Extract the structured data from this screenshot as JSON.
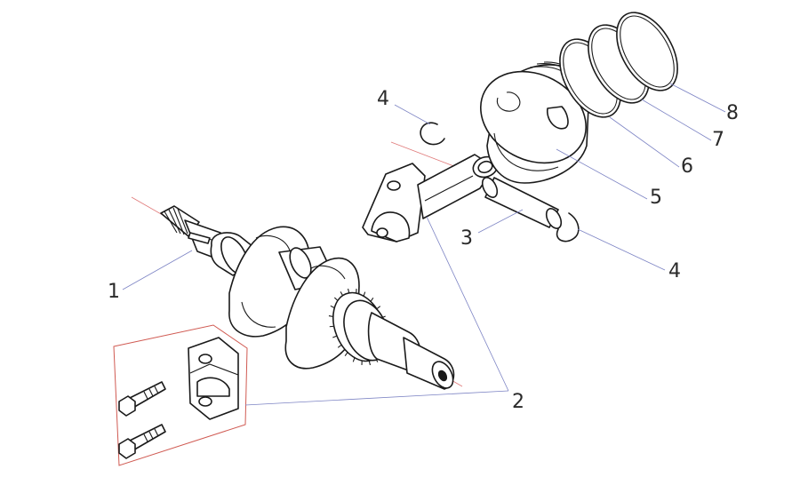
{
  "colors": {
    "background": "#ffffff",
    "outline": "#1a1a1a",
    "leader": "#7d84c4",
    "center_line": "#e07a7a",
    "kit_frame": "#d05a52",
    "label": "#2a2a2a"
  },
  "parts": [
    {
      "id": "crankshaft",
      "callout": "1"
    },
    {
      "id": "connecting-rod-and-bearing-cap",
      "callout": "2"
    },
    {
      "id": "piston-pin",
      "callout": "3"
    },
    {
      "id": "circlip",
      "callout": "4"
    },
    {
      "id": "piston",
      "callout": "5"
    },
    {
      "id": "ring-lower",
      "callout": "6"
    },
    {
      "id": "ring-middle",
      "callout": "7"
    },
    {
      "id": "ring-top",
      "callout": "8"
    }
  ],
  "callouts": {
    "c1": "1",
    "c2": "2",
    "c3": "3",
    "c4a": "4",
    "c4b": "4",
    "c5": "5",
    "c6": "6",
    "c7": "7",
    "c8": "8"
  }
}
